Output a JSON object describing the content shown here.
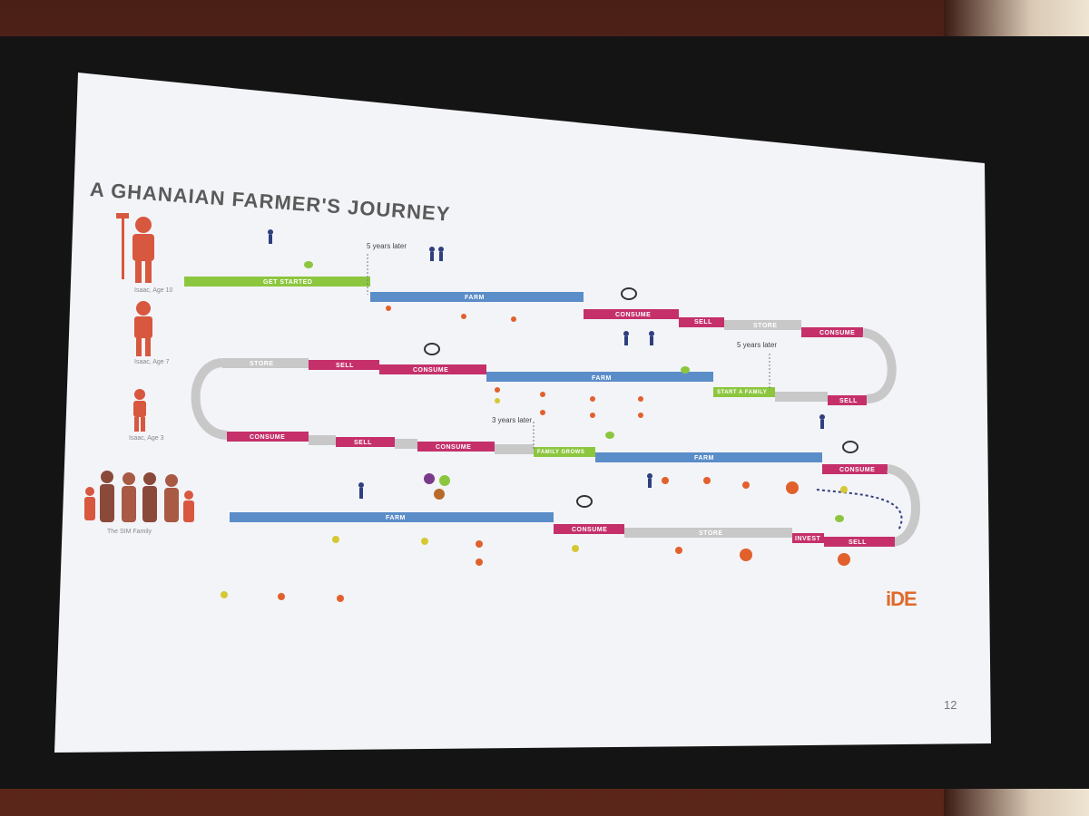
{
  "slide": {
    "title": "A GHANAIAN FARMER'S JOURNEY",
    "page_number": "12",
    "logo_text": "iDE"
  },
  "people": [
    {
      "label": "Isaac, Age 10"
    },
    {
      "label": "Isaac, Age 7"
    },
    {
      "label": "Isaac, Age 3"
    },
    {
      "label": "The SIM Family"
    }
  ],
  "time_notes": {
    "five_years_a": "5 years later",
    "five_years_b": "5 years later",
    "three_years": "3 years later"
  },
  "segments": {
    "row1": [
      "GET STARTED",
      "FARM",
      "CONSUME",
      "SELL",
      "STORE",
      "CONSUME"
    ],
    "row2": [
      "STORE",
      "SELL",
      "CONSUME",
      "FARM",
      "START A FAMILY",
      "SELL"
    ],
    "row3": [
      "CONSUME",
      "SELL",
      "CONSUME",
      "FAMILY GROWS",
      "FARM",
      "CONSUME"
    ],
    "row4": [
      "FARM",
      "CONSUME",
      "STORE",
      "INVEST",
      "SELL"
    ]
  },
  "colors": {
    "green": "#8cc63f",
    "blue": "#5b8dc9",
    "magenta": "#c5306b",
    "gray": "#c8c8c8",
    "orange": "#e2602c",
    "yellow": "#d6c833",
    "figure": "#d8573f",
    "navy": "#2f3f7f"
  }
}
